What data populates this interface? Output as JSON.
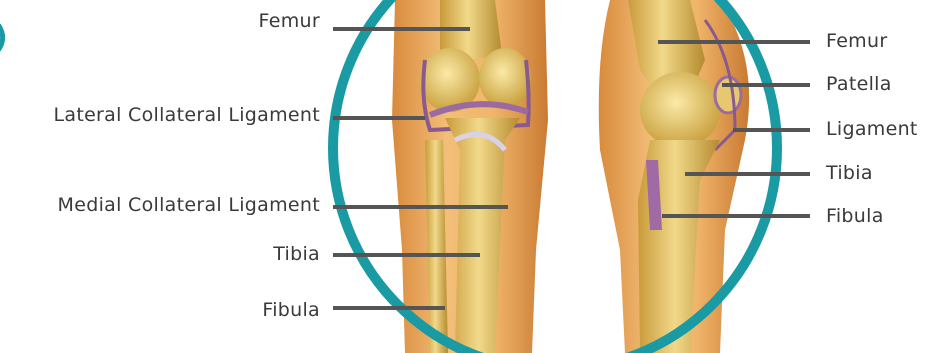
{
  "diagram": {
    "accent_color": "#1a9aa3",
    "leader_line_color": "#555555",
    "decoration_text": ")",
    "front_view_labels": [
      {
        "key": "femur",
        "text": "Femur"
      },
      {
        "key": "lateral_collateral_ligament",
        "text": "Lateral Collateral Ligament"
      },
      {
        "key": "medial_collateral_ligament",
        "text": "Medial Collateral Ligament"
      },
      {
        "key": "tibia",
        "text": "Tibia"
      },
      {
        "key": "fibula",
        "text": "Fibula"
      }
    ],
    "side_view_labels": [
      {
        "key": "femur",
        "text": "Femur"
      },
      {
        "key": "patella",
        "text": "Patella"
      },
      {
        "key": "ligament",
        "text": "Ligament"
      },
      {
        "key": "tibia",
        "text": "Tibia"
      },
      {
        "key": "fibula",
        "text": "Fibula"
      }
    ]
  }
}
